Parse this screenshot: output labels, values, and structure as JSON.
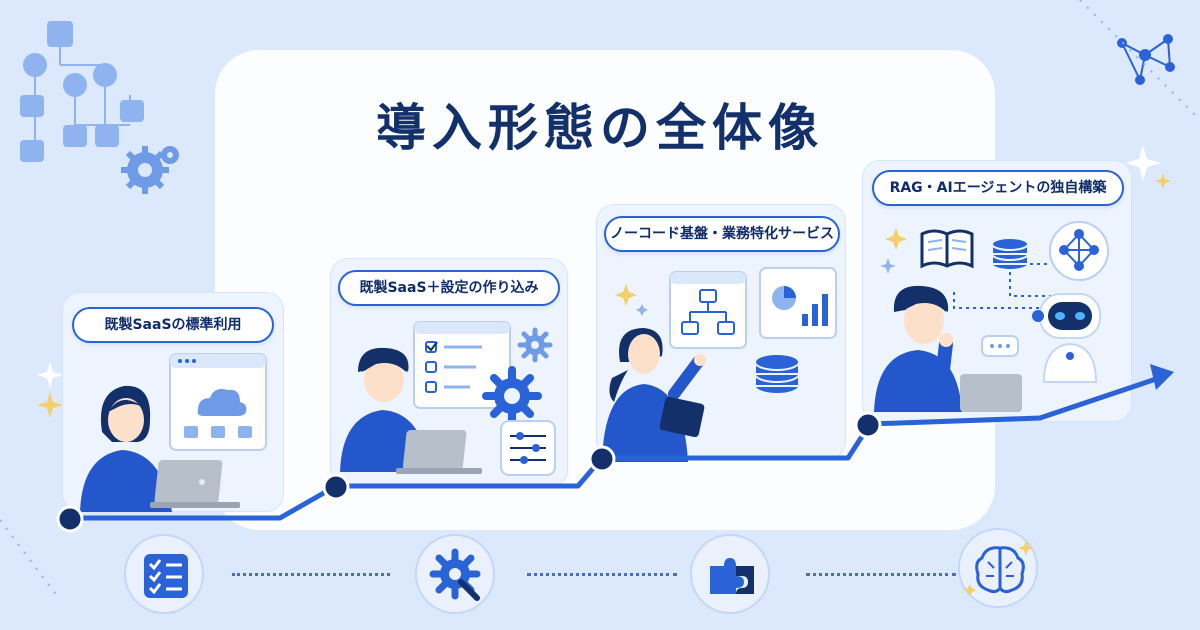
{
  "title": "導入形態の全体像",
  "steps": [
    {
      "label": "既製SaaSの標準利用"
    },
    {
      "label": "既製SaaS＋設定の作り込み"
    },
    {
      "label": "ノーコード基盤・業務特化サービス"
    },
    {
      "label": "RAG・AIエージェントの独自構築"
    }
  ],
  "bottom_icons": [
    "checklist-icon",
    "gear-wrench-icon",
    "puzzle-icon",
    "brain-circuit-icon"
  ],
  "colors": {
    "background": "#dce8fb",
    "navy": "#14306a",
    "accent": "#2a63d8",
    "light_blue": "#8fb3ef"
  }
}
